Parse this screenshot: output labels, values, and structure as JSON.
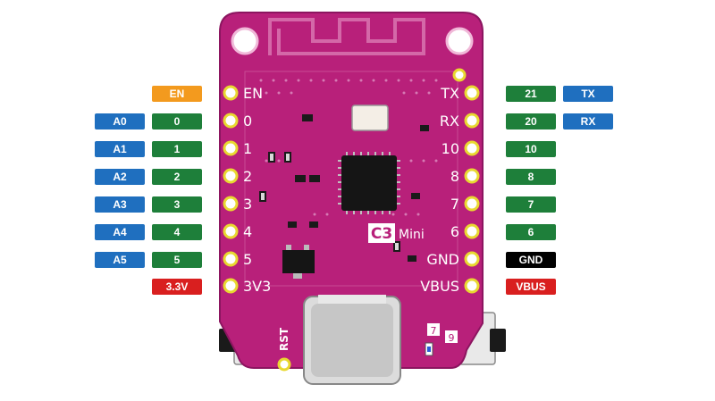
{
  "board": {
    "name_part1": "C3",
    "name_part2": "Mini",
    "reset_label": "RST",
    "silk_7": "7",
    "silk_9": "9"
  },
  "left_pins": [
    {
      "pin": "EN",
      "gpio": "EN",
      "gpio_color": "orange"
    },
    {
      "pin": "0",
      "gpio": "0",
      "analog": "A0"
    },
    {
      "pin": "1",
      "gpio": "1",
      "analog": "A1"
    },
    {
      "pin": "2",
      "gpio": "2",
      "analog": "A2"
    },
    {
      "pin": "3",
      "gpio": "3",
      "analog": "A3"
    },
    {
      "pin": "4",
      "gpio": "4",
      "analog": "A4"
    },
    {
      "pin": "5",
      "gpio": "5",
      "analog": "A5"
    },
    {
      "pin": "3V3",
      "power": "3.3V"
    }
  ],
  "right_pins": [
    {
      "pin": "TX",
      "gpio": "21",
      "serial": "TX"
    },
    {
      "pin": "RX",
      "gpio": "20",
      "serial": "RX"
    },
    {
      "pin": "10",
      "gpio": "10"
    },
    {
      "pin": "8",
      "gpio": "8"
    },
    {
      "pin": "7",
      "gpio": "7"
    },
    {
      "pin": "6",
      "gpio": "6"
    },
    {
      "pin": "GND",
      "power": "GND"
    },
    {
      "pin": "VBUS",
      "power": "VBUS"
    }
  ],
  "colors": {
    "board": "#b8207a",
    "analog": "#1f6fbf",
    "gpio": "#1e7f3a",
    "enable": "#f39a1e",
    "power": "#d91f1f",
    "ground": "#000000"
  }
}
